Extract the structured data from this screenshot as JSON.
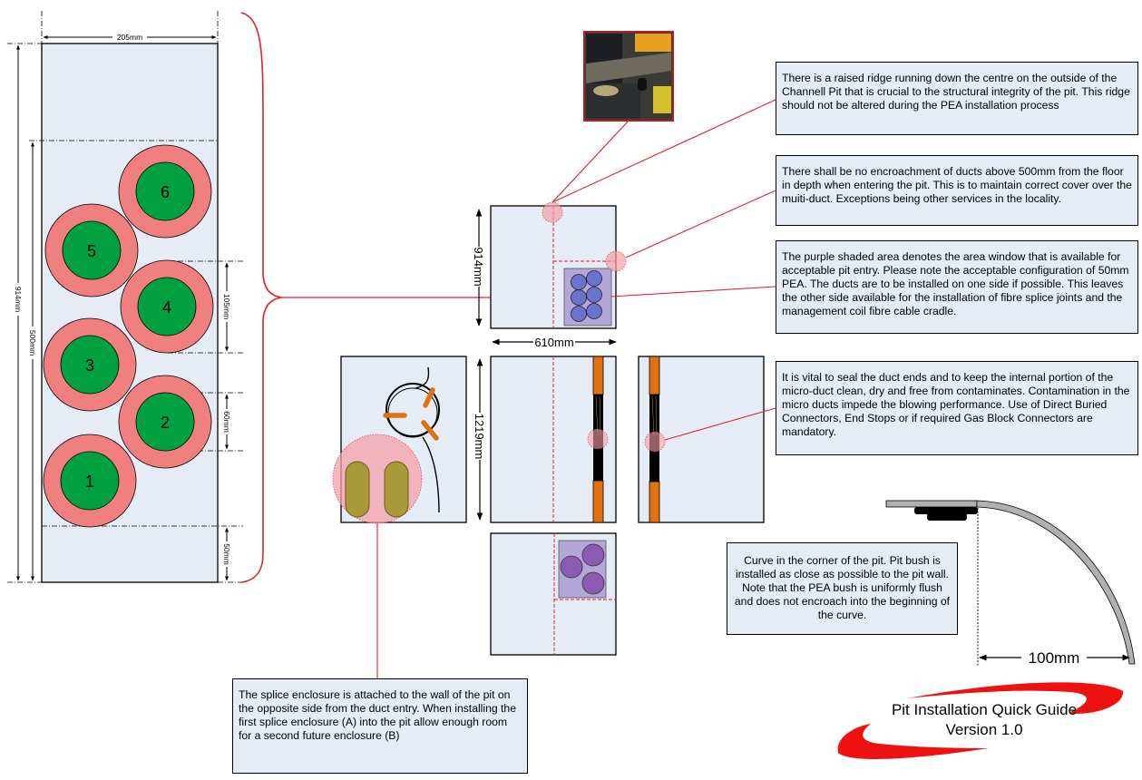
{
  "title": {
    "line1": "Pit Installation Quick Guide",
    "line2": "Version 1.0"
  },
  "colors": {
    "pit_fill": "#e6ecf5",
    "duct_ring": "#f08080",
    "duct_core": "#00a040",
    "pea_window": "#b3a7d8",
    "pea_duct": "#6a74cf",
    "pea_duct_alt": "#8a5bb0",
    "leader_line": "#e0202a",
    "highlight": "#f4a0a8",
    "orange_duct": "#e07010",
    "enclosure": "#a89a38",
    "curve_wall": "#b0b0b0"
  },
  "left_diagram": {
    "width_label": "205mm",
    "height_label_outer": "914mm",
    "height_label_inner": "500mm",
    "spacing_label_a": "105mm",
    "spacing_label_b": "60mm",
    "bottom_label": "50mm",
    "ducts": [
      "1",
      "2",
      "3",
      "4",
      "5",
      "6"
    ]
  },
  "pit_top_view": {
    "height_label": "914mm",
    "width_label": "610mm"
  },
  "pit_side_view": {
    "height_label": "1219mm"
  },
  "curve_detail": {
    "width_label": "100mm"
  },
  "notes": {
    "ridge": "There is a raised ridge running down the centre on the outside of the Channell Pit that is crucial to the structural  integrity of the pit. This ridge should not be altered during the PEA installation process",
    "encroachment": "There shall be no encroachment of ducts above 500mm from the floor in depth when entering the pit. This is to maintain correct cover over the muiti-duct. Exceptions being other services in the locality.",
    "purple_area": "The purple shaded area denotes the area window that is available for acceptable pit entry.  Please note the acceptable configuration of 50mm PEA. The ducts are to be installed on one side if possible.  This leaves the other side available for  the installation of fibre splice joints and the management  coil fibre cable cradle.",
    "seal": "It is vital to seal the duct ends and to keep the internal portion of the micro-duct clean, dry and free from contaminates. Contamination in the micro ducts impede the blowing performance. Use of Direct Buried Connectors, End Stops or if required Gas Block Connectors are mandatory.",
    "curve": "Curve in the corner of the pit. Pit bush is installed as close as possible to the pit wall. Note that the PEA bush is uniformly flush and does not encroach into the beginning of the curve.",
    "splice": "The splice enclosure is attached to the wall of the pit on the opposite side from the duct entry. When installing the first splice enclosure (A) into the pit allow enough room for  a second future enclosure (B)"
  }
}
